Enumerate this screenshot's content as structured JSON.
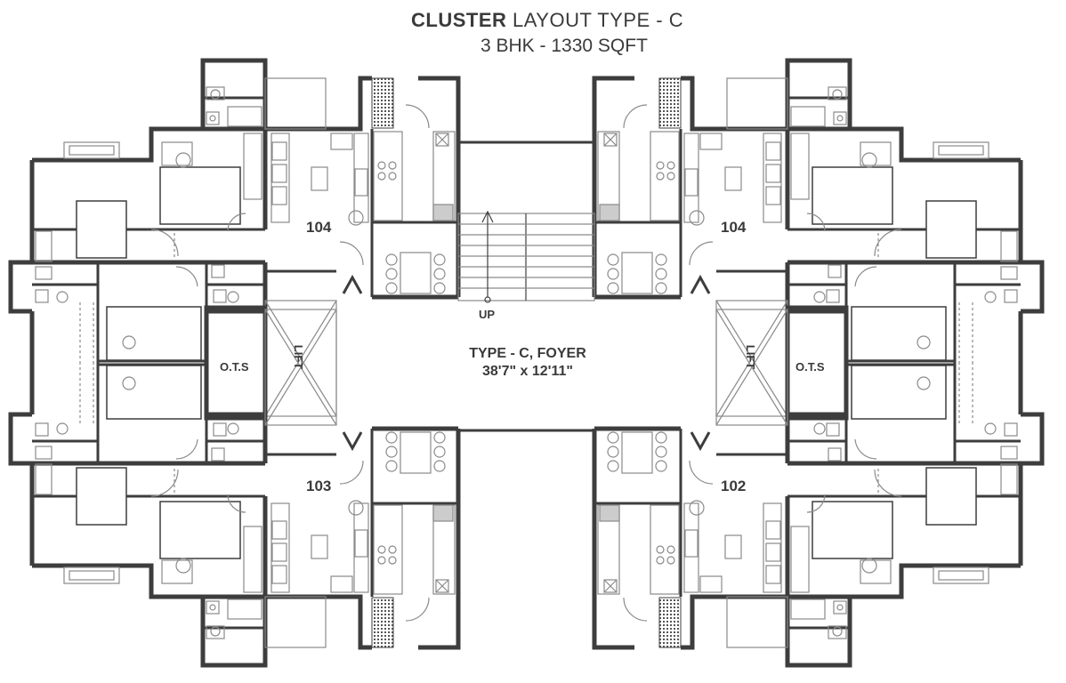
{
  "title": {
    "bold": "CLUSTER",
    "rest": "LAYOUT TYPE - C",
    "subtitle": "3 BHK - 1330 SQFT"
  },
  "units": {
    "top_left": "104",
    "top_right": "104",
    "bottom_left": "103",
    "bottom_right": "102"
  },
  "foyer": {
    "name": "TYPE - C, FOYER",
    "dims": "38'7\" x 12'11\""
  },
  "stair_label": "UP",
  "ots_left": "O.T.S",
  "ots_right": "O.T.S",
  "lift_left": "LIFT",
  "lift_right": "LIFT",
  "colors": {
    "wall": "#3d3d3d",
    "line": "#8a8a8a",
    "fill": "#f2f2f2"
  }
}
